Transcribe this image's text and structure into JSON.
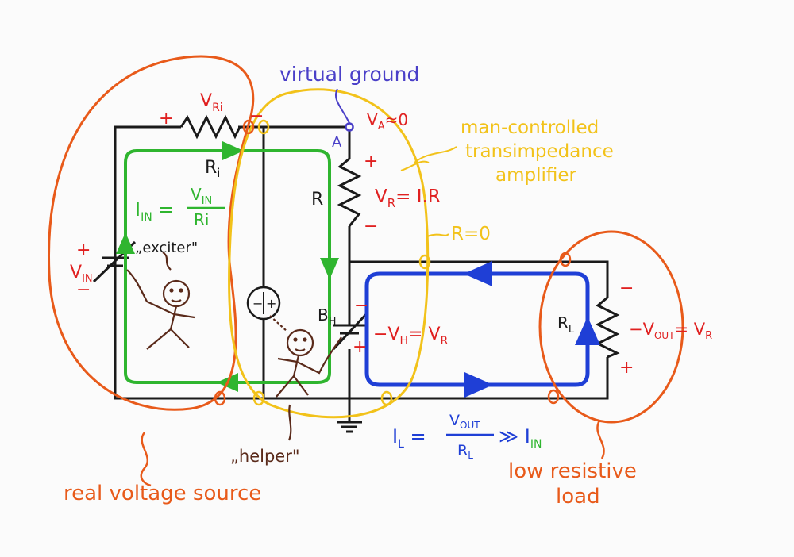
{
  "labels": {
    "virtual_ground": "virtual ground",
    "vri": "V",
    "vri_sub": "Ri",
    "plus_ri": "+",
    "minus_ri": "−",
    "ri": "R",
    "ri_sub": "i",
    "va": "V",
    "va_sub": "A",
    "va_rest": "≈0",
    "node_a": "A",
    "man_controlled_1": "man-controlled",
    "man_controlled_2": "transimpedance",
    "man_controlled_3": "amplifier",
    "r": "R",
    "plus_r": "+",
    "minus_r": "−",
    "vr_eq": "V",
    "vr_eq_sub": "R",
    "vr_eq_rest": "= I.R",
    "r_zero": "R=0",
    "iin_lhs": "I",
    "iin_lhs_sub": "IN",
    "iin_num": "V",
    "iin_num_sub": "IN",
    "iin_den": "Ri",
    "exciter": "„exciter\"",
    "vin": "V",
    "vin_sub": "IN",
    "plus_vin": "+",
    "minus_vin": "−",
    "bh": "B",
    "bh_sub": "H",
    "minus_bh": "−",
    "plus_bh": "+",
    "vh_eq_1": "−V",
    "vh_eq_sub": "H",
    "vh_eq_2": "= V",
    "vh_eq_sub2": "R",
    "rl": "R",
    "rl_sub": "L",
    "minus_rl": "−",
    "plus_rl": "+",
    "vout_1": "−V",
    "vout_sub": "OUT",
    "vout_2": "= V",
    "vout_sub2": "R",
    "il_lhs": "I",
    "il_lhs_sub": "L",
    "il_num": "V",
    "il_num_sub": "OUT",
    "il_den": "R",
    "il_den_sub": "L",
    "il_rest": "≫ I",
    "il_rest_sub": "IN",
    "helper": "„helper\"",
    "real_voltage_source": "real voltage source",
    "low_resistive_1": "low resistive",
    "low_resistive_2": "load"
  },
  "colors": {
    "wire": "#1a1a1a",
    "red": "#e02020",
    "orange": "#e85a1a",
    "yellow": "#f2c21a",
    "green": "#2fb52f",
    "blue": "#1f3fd6",
    "violet": "#4a3fc8",
    "figure": "#5a2a1a"
  }
}
